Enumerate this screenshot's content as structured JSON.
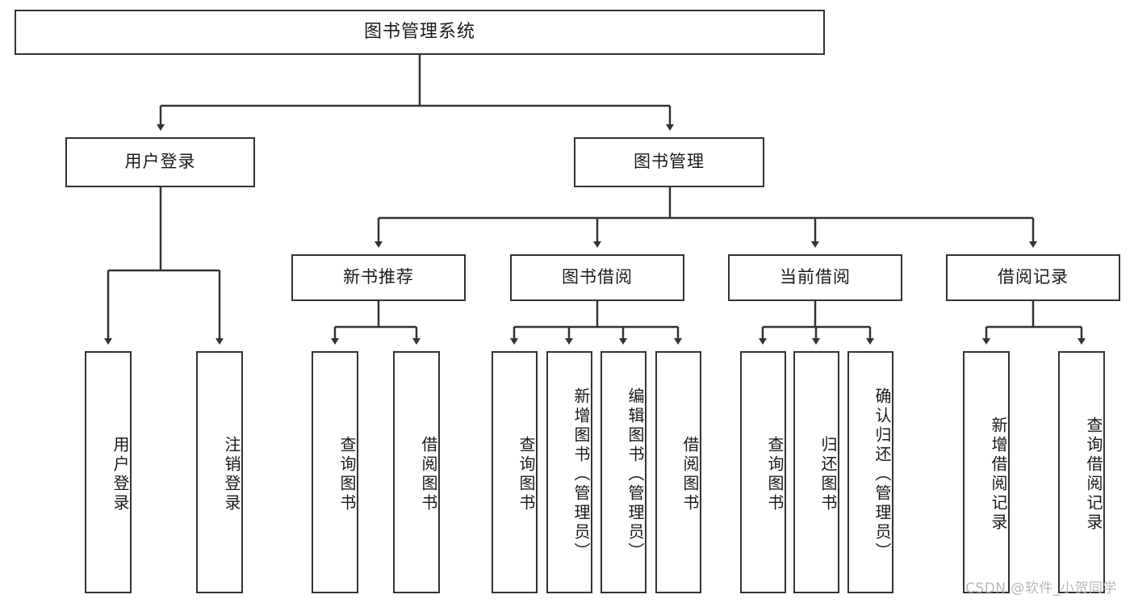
{
  "diagram": {
    "title": "图书管理系统",
    "type": "functional-structure-tree",
    "root": {
      "label": "图书管理系统"
    },
    "level2": [
      {
        "label": "用户登录"
      },
      {
        "label": "图书管理"
      }
    ],
    "level3": [
      {
        "label": "新书推荐"
      },
      {
        "label": "图书借阅"
      },
      {
        "label": "当前借阅"
      },
      {
        "label": "借阅记录"
      }
    ],
    "leaves": [
      {
        "label": "用户登录",
        "parent": "用户登录"
      },
      {
        "label": "注销登录",
        "parent": "用户登录"
      },
      {
        "label": "查询图书",
        "parent": "新书推荐"
      },
      {
        "label": "借阅图书",
        "parent": "新书推荐"
      },
      {
        "label": "查询图书",
        "parent": "图书借阅"
      },
      {
        "label": "新增图书（管理员）",
        "parent": "图书借阅"
      },
      {
        "label": "编辑图书（管理员）",
        "parent": "图书借阅"
      },
      {
        "label": "借阅图书",
        "parent": "图书借阅"
      },
      {
        "label": "查询图书",
        "parent": "当前借阅"
      },
      {
        "label": "归还图书",
        "parent": "当前借阅"
      },
      {
        "label": "确认归还（管理员）",
        "parent": "当前借阅"
      },
      {
        "label": "新增借阅记录",
        "parent": "借阅记录"
      },
      {
        "label": "查询借阅记录",
        "parent": "借阅记录"
      }
    ],
    "watermark": "CSDN @软件_小贺同学",
    "colors": {
      "stroke": "#333333",
      "fill": "#ffffff",
      "text": "#1a1a1a",
      "watermark": "#b9b9b9"
    }
  }
}
